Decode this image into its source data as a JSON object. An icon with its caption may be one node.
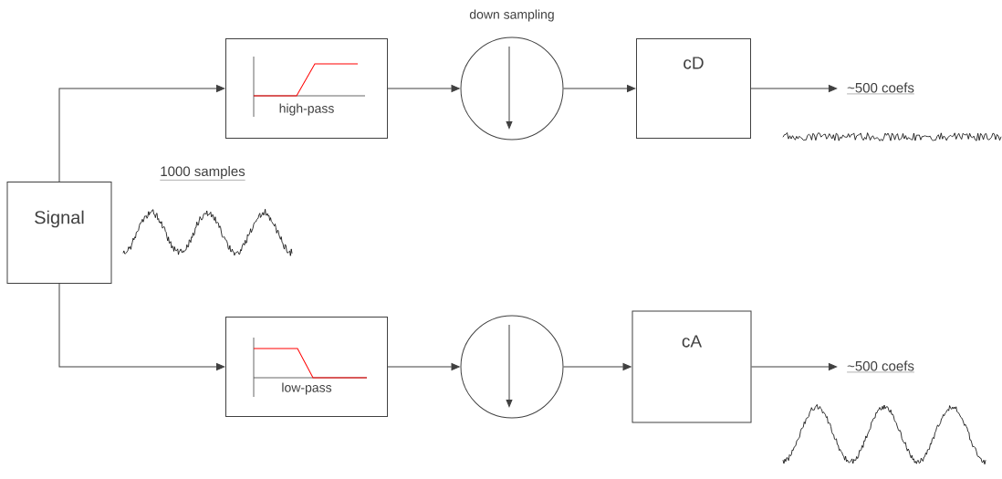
{
  "diagram": {
    "nodes": [
      {
        "text": [
          "Signal"
        ]
      },
      {
        "text": [
          "high-pass"
        ]
      },
      {
        "text": [
          "down sampling"
        ]
      },
      {
        "text": [
          "cD"
        ]
      },
      {
        "text": [
          "~500 coefs"
        ]
      },
      {
        "text": [
          "low-pass"
        ]
      },
      {
        "text": [],
        "shape": "circle"
      },
      {
        "text": [
          "cA"
        ]
      },
      {
        "text": [
          "~500 coefs"
        ]
      }
    ],
    "edges": [
      {
        "from": 0,
        "to": 1,
        "arrow": "to"
      },
      {
        "from": 1,
        "to": 2,
        "arrow": "to"
      },
      {
        "from": 2,
        "to": 3,
        "arrow": "to"
      },
      {
        "from": 3,
        "to": 4,
        "arrow": "to"
      },
      {
        "from": 0,
        "to": 5,
        "arrow": "to"
      },
      {
        "from": 5,
        "to": 6,
        "arrow": "to"
      },
      {
        "from": 6,
        "to": 7,
        "arrow": "to"
      },
      {
        "from": 7,
        "to": 8,
        "arrow": "to"
      }
    ],
    "labels": [
      "1000 samples"
    ]
  }
}
